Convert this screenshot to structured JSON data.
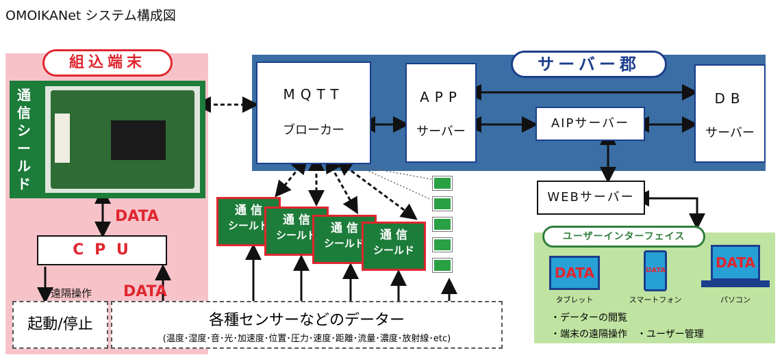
{
  "title": "OMOIKANet システム構成図",
  "embedded": {
    "label": "組込端末",
    "shield_label": "通信シールド",
    "cpu": "C P U",
    "data1": "DATA",
    "remote_op": "遠隔操作",
    "data2": "DATA",
    "start_stop": "起動/停止"
  },
  "server": {
    "label": "サーバー郡",
    "mqtt_line1": "MQTT",
    "mqtt_line2": "ブローカー",
    "app_line1": "APP",
    "app_line2": "サーバー",
    "aip": "AIPサーバー",
    "db_line1": "DB",
    "db_line2": "サーバー",
    "web": "WEBサーバー"
  },
  "shields": [
    {
      "line1": "通 信",
      "line2": "シールド"
    },
    {
      "line1": "通 信",
      "line2": "シールド"
    },
    {
      "line1": "通 信",
      "line2": "シールド"
    },
    {
      "line1": "通 信",
      "line2": "シールド"
    }
  ],
  "sensors": {
    "main": "各種センサーなどのデーター",
    "sub": "(温度･湿度･音･光･加速度･位置･圧力･速度･距離･流量･濃度･放射線･etc)"
  },
  "ui": {
    "label": "ユーザーインターフェイス",
    "devices": [
      {
        "screen": "DATA",
        "caption": "タブレット"
      },
      {
        "screen": "DATA",
        "caption": "スマートフォン"
      },
      {
        "screen": "DATA",
        "caption": "パソコン"
      }
    ],
    "feature1": "・データーの閲覧",
    "feature2": "・端末の遠隔操作　・ユーザー管理"
  }
}
